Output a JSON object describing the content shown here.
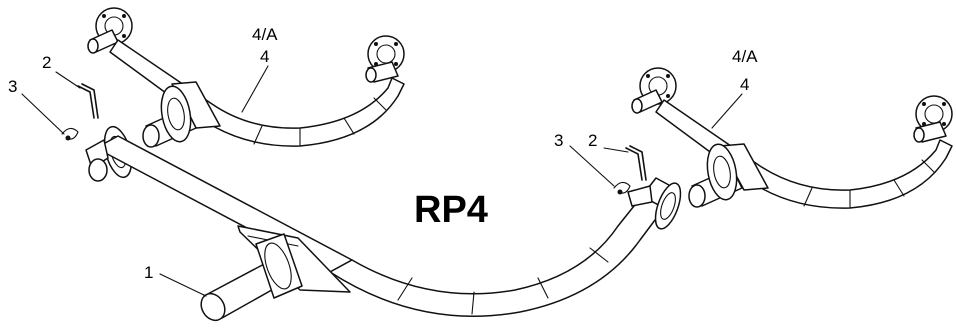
{
  "model_label": "RP4",
  "callouts": {
    "part1": "1",
    "part2_left": "2",
    "part3_left": "3",
    "part4a_left": "4/A",
    "part4_left": "4",
    "part2_right": "2",
    "part3_right": "3",
    "part4a_right": "4/A",
    "part4_right": "4"
  }
}
